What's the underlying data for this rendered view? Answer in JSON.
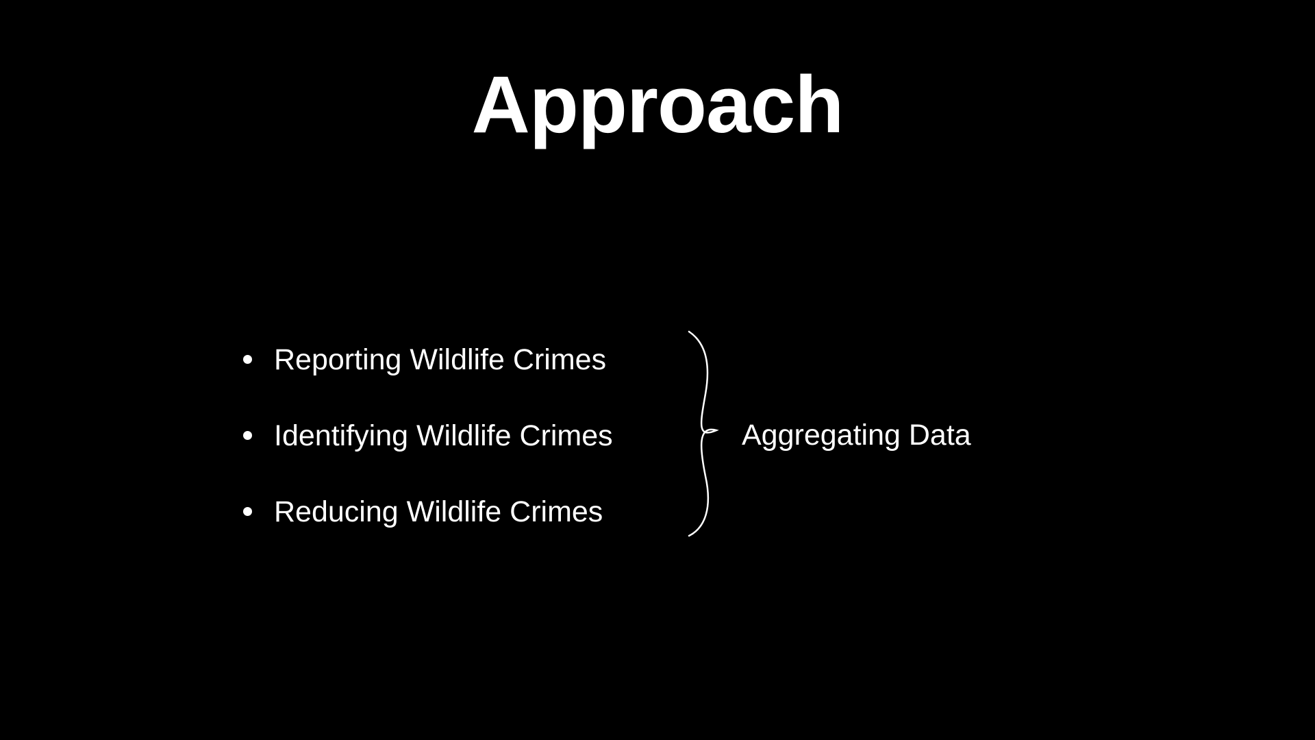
{
  "slide": {
    "title": "Approach",
    "items": [
      "Reporting Wildlife Crimes",
      "Identifying Wildlife Crimes",
      "Reducing Wildlife Crimes"
    ],
    "group_label": "Aggregating Data",
    "colors": {
      "background": "#000000",
      "text": "#ffffff"
    },
    "icons": {
      "bullet": "bullet-dot",
      "brace": "right-curly-brace"
    }
  }
}
